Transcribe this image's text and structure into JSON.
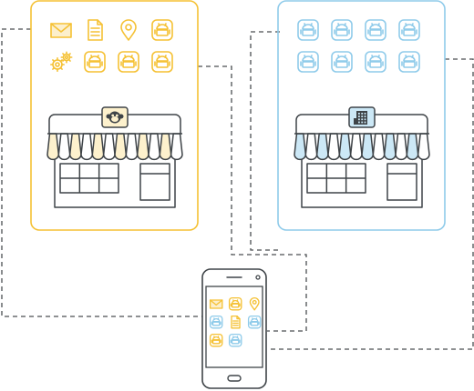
{
  "colors": {
    "yellow": "#f5c134",
    "yellow_fill": "#fdf1cd",
    "blue": "#8fcbea",
    "blue_fill": "#cce8f6",
    "outline": "#3f4448",
    "dash": "#4a4e52",
    "white": "#ffffff"
  },
  "stores": [
    {
      "theme": "yellow",
      "badge_icon": "monkey-face-icon",
      "app_icons": [
        "mail-icon",
        "document-icon",
        "map-pin-icon",
        "android-app-icon",
        "gears-icon",
        "android-app-icon",
        "android-app-icon",
        "android-app-icon"
      ]
    },
    {
      "theme": "blue",
      "badge_icon": "office-building-icon",
      "app_icons": [
        "android-app-icon",
        "android-app-icon",
        "android-app-icon",
        "android-app-icon",
        "android-app-icon",
        "android-app-icon",
        "android-app-icon",
        "android-app-icon"
      ]
    }
  ],
  "phone": {
    "app_icons": [
      {
        "icon": "mail-icon",
        "theme": "yellow"
      },
      {
        "icon": "android-app-icon",
        "theme": "yellow"
      },
      {
        "icon": "map-pin-icon",
        "theme": "yellow"
      },
      {
        "icon": "android-app-icon",
        "theme": "blue"
      },
      {
        "icon": "document-icon",
        "theme": "yellow"
      },
      {
        "icon": "android-app-icon",
        "theme": "blue"
      },
      {
        "icon": "android-app-icon",
        "theme": "yellow"
      },
      {
        "icon": "android-app-icon",
        "theme": "blue"
      }
    ]
  }
}
